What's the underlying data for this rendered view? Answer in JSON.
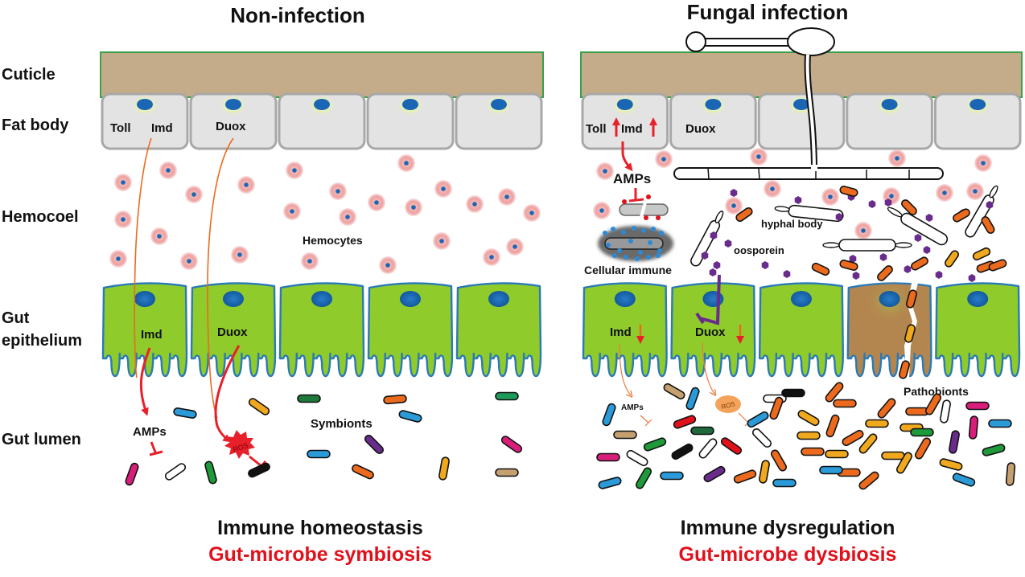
{
  "panels": {
    "left": {
      "title": "Non-infection",
      "fat_body_labels": [
        "Toll",
        "Imd",
        "Duox"
      ],
      "hemocytes_label": "Hemocytes",
      "gut_labels": [
        "Imd",
        "Duox"
      ],
      "lumen_labels": {
        "amps": "AMPs",
        "ros": "ROS",
        "symbionts": "Symbionts"
      },
      "caption_1": "Immune homeostasis",
      "caption_2": "Gut-microbe symbiosis"
    },
    "right": {
      "title": "Fungal infection",
      "fat_body_labels": [
        "Toll",
        "Imd",
        "Duox"
      ],
      "amps_label": "AMPs",
      "cellular_label": "Cellular immune",
      "hyphal_label": "hyphal body",
      "oosporein_label": "oosporein",
      "gut_labels": [
        "Imd",
        "Duox"
      ],
      "lumen_labels": {
        "amps": "AMPs",
        "ros": "ROS",
        "pathobionts": "Pathobionts"
      },
      "caption_1": "Immune dysregulation",
      "caption_2": "Gut-microbe dysbiosis"
    }
  },
  "row_labels": [
    "Cuticle",
    "Fat body",
    "Hemocoel",
    "Gut",
    "epithelium",
    "Gut lumen"
  ],
  "colors": {
    "cuticle": "#c4ab89",
    "cuticle_border": "#3aa04a",
    "fat_cell": "#e3e3e3",
    "fat_border": "#a8a8a8",
    "nucleus": "#1a66b5",
    "gut_cell": "#8fcb2b",
    "gut_border": "#2a7ab8",
    "damaged_cell": "#b4864f",
    "hemocyte": "#eea4a4",
    "arrow_red": "#e8202a",
    "arrow_orange": "#ec6a1e",
    "oosporein": "#6a2c8c",
    "caption_red": "#e0111b"
  }
}
